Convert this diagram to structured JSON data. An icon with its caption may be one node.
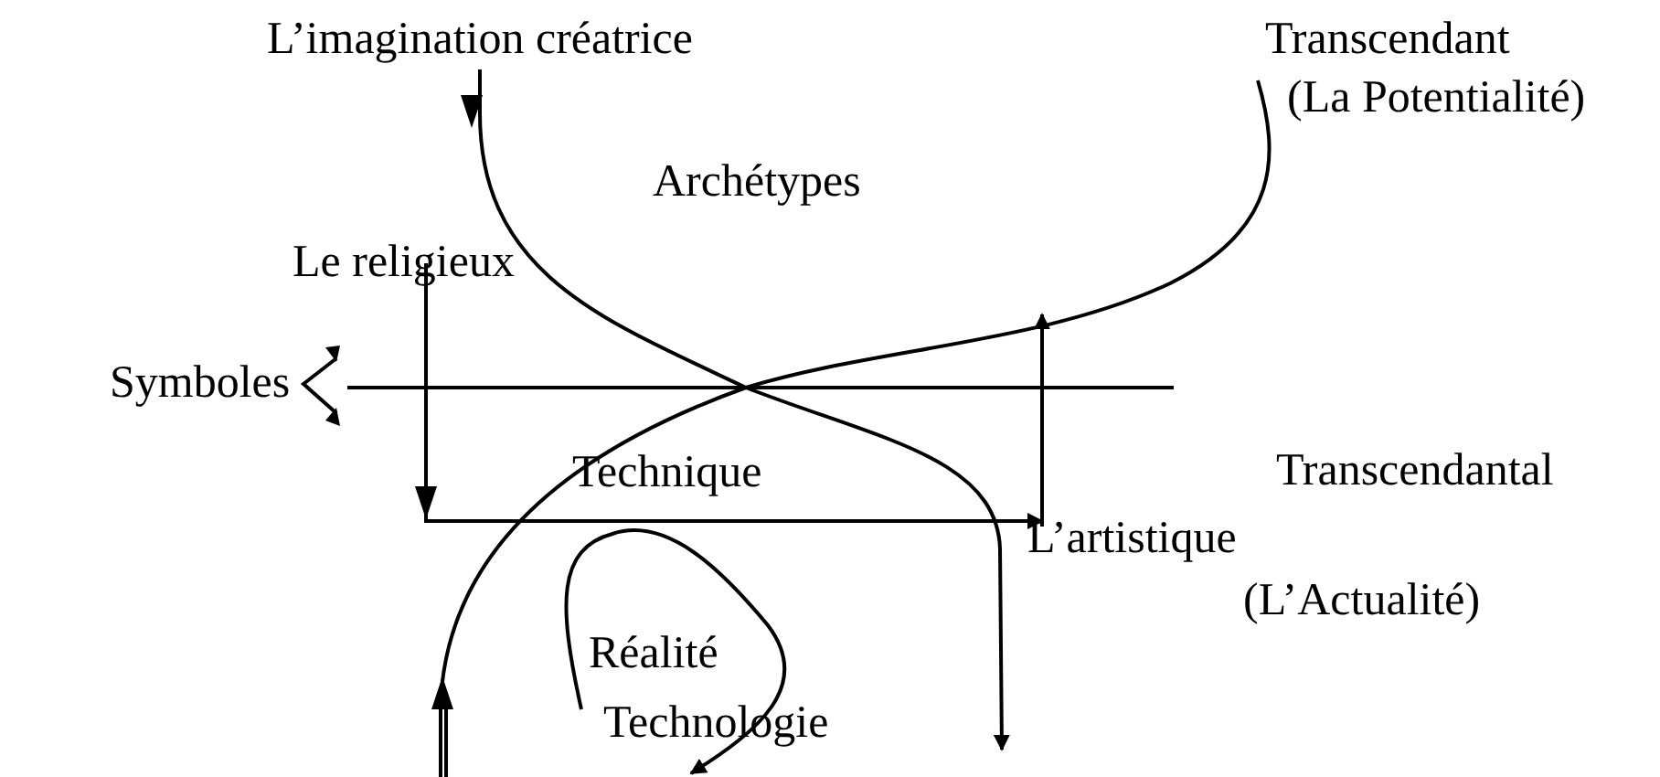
{
  "diagram": {
    "nodes": [
      {
        "text": [
          "L’imagination créatrice"
        ]
      },
      {
        "text": [
          "Le religieux"
        ]
      },
      {
        "text": [
          "L’artistique"
        ]
      }
    ],
    "edges": [
      {
        "from": 0,
        "to": null,
        "arrow": "to"
      },
      {
        "from": 1,
        "to": 2,
        "arrow": "to"
      }
    ],
    "labels": [
      "Transcendant",
      "(La Potentialité)",
      "Archétypes",
      "Symboles",
      "Technique",
      "Transcendantal",
      "(L’Actualité)",
      "Réalité",
      "Technologie"
    ]
  }
}
